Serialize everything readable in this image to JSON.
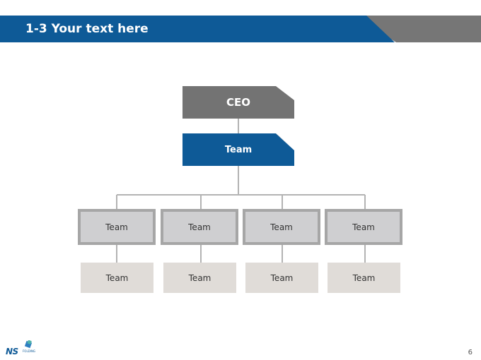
{
  "header": {
    "title": "1-3 Your text here",
    "colors": {
      "primary": "#0e5a97",
      "secondary": "#767676"
    }
  },
  "org_chart": {
    "ceo": {
      "label": "CEO",
      "color": "#737373"
    },
    "top_team": {
      "label": "Team",
      "color": "#0e5a97"
    },
    "mid_teams": [
      {
        "label": "Team"
      },
      {
        "label": "Team"
      },
      {
        "label": "Team"
      },
      {
        "label": "Team"
      }
    ],
    "low_teams": [
      {
        "label": "Team"
      },
      {
        "label": "Team"
      },
      {
        "label": "Team"
      },
      {
        "label": "Team"
      }
    ]
  },
  "footer": {
    "logo_text": "NS",
    "logo_subtext": "FOLDING",
    "page_number": "6"
  }
}
